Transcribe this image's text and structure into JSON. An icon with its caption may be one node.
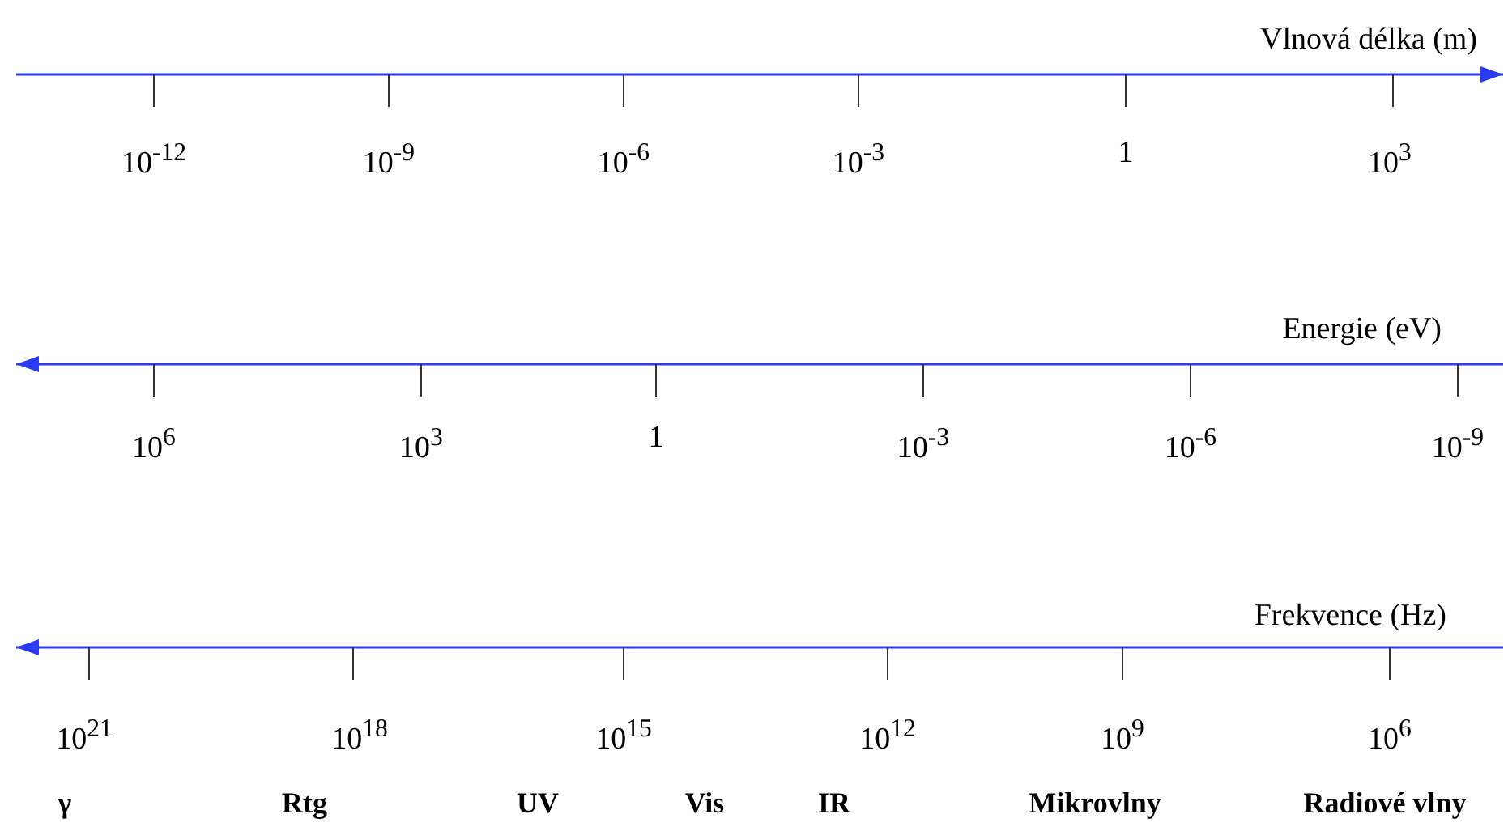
{
  "diagram": {
    "labels": [
      "Vlnová délka (m)",
      "10$^{-12}$",
      "10$^{-9}$",
      "10$^{-6}$",
      "10$^{-3}$",
      "1",
      "10$^{3}$",
      "Energie (eV)",
      "10$^{6}$",
      "10$^{3}$",
      "1",
      "10$^{-3}$",
      "10$^{-6}$",
      "10$^{-9}$",
      "Frekvence (Hz)",
      "10$^{21}$",
      "10$^{18}$",
      "10$^{15}$",
      "10$^{12}$",
      "10$^{9}$",
      "10$^{6}$",
      "γ",
      "Rtg",
      "UV",
      "Vis",
      "IR",
      "Mikrovlny",
      "Radiové vlny"
    ]
  }
}
